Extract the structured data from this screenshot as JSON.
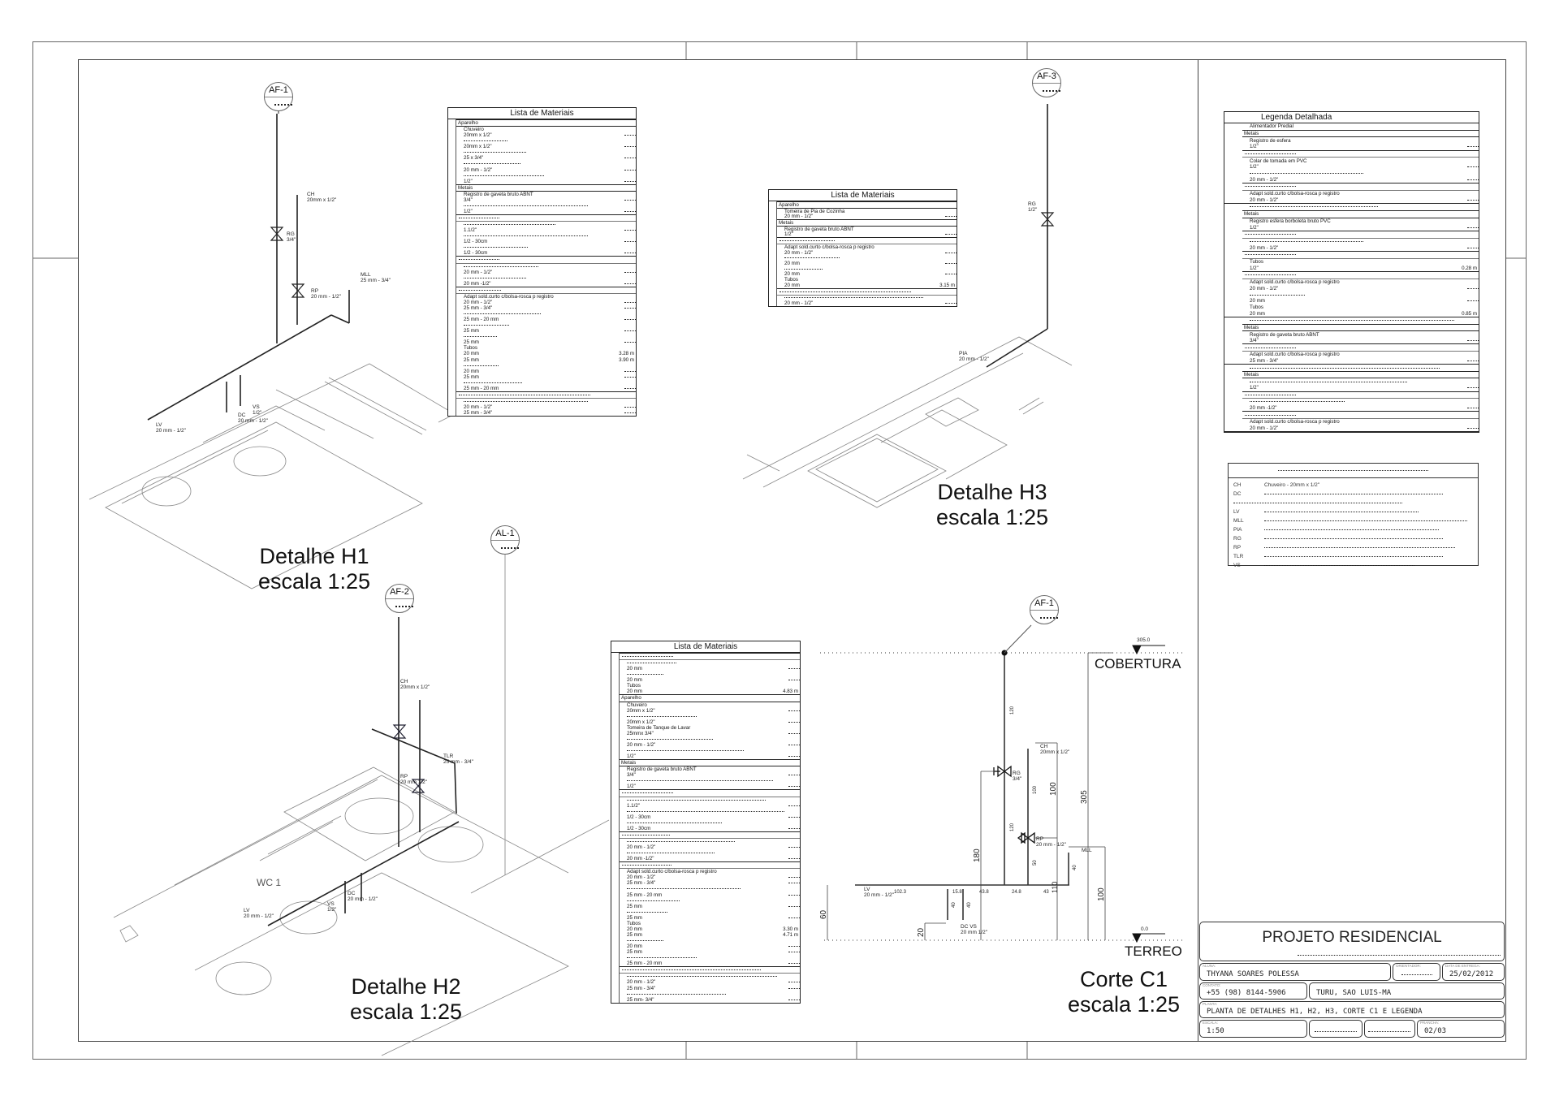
{
  "detail_titles": {
    "h1": {
      "name": "Detalhe H1",
      "scale": "escala 1:25"
    },
    "h2": {
      "name": "Detalhe H2",
      "scale": "escala 1:25"
    },
    "h3": {
      "name": "Detalhe H3",
      "scale": "escala 1:25"
    },
    "c1": {
      "name": "Corte C1",
      "scale": "escala 1:25"
    }
  },
  "bubbles": {
    "af1": "AF-1",
    "af2": "AF-2",
    "af3": "AF-3",
    "al1": "AL-1",
    "af1_corte": "AF-1"
  },
  "h1_labels": {
    "ch": "CH",
    "ch_size": "20mm x 1/2\"",
    "rg": "RG",
    "rg_size": "3/4\"",
    "rp": "RP",
    "rp_size": "20 mm - 1/2\"",
    "mll": "MLL",
    "mll_size": "25 mm - 3/4\"",
    "vs": "VS",
    "vs_size": "1/2\"",
    "dc": "DC",
    "dc_size": "20 mm - 1/2\"",
    "lv": "LV",
    "lv_size": "20 mm - 1/2\""
  },
  "h2_labels": {
    "ch": "CH",
    "ch_size": "20mm x 1/2\"",
    "tlr": "TLR",
    "tlr_size": "25 mm - 3/4\"",
    "rp": "RP",
    "rp_size": "20 mm 1/2\"",
    "dc": "DC",
    "dc_size": "20 mm - 1/2\"",
    "vs": "VS",
    "vs_size": "1/2\"",
    "lv": "LV",
    "lv_size": "20 mm - 1/2\"",
    "room": "WC 1"
  },
  "h3_labels": {
    "rg": "RG",
    "rg_size": "1/2\"",
    "pia": "PIA",
    "pia_size": "20 mm - 1/2\""
  },
  "corte": {
    "level_top": "COBERTURA",
    "level_top_value": "305.0",
    "level_bottom": "TERREO",
    "level_bottom_value": "0.0",
    "labels": {
      "lv": "LV",
      "lv_size": "20 mm - 1/2\"",
      "ch": "CH",
      "ch_size": "20mm x 1/2\"",
      "rg": "RG",
      "rg_size": "3/4\"",
      "rp": "RP",
      "rp_size": "20 mm - 1/2\"",
      "mll": "MLL",
      "dc_vs": "DC   VS",
      "dc_vs_size": "20 mm 1/2\""
    },
    "dims": {
      "d120a": "120",
      "d120b": "120",
      "d100a": "100",
      "d100b": "100",
      "d305": "305",
      "d180": "180",
      "d60": "60",
      "d20": "20",
      "d100c": "100",
      "d40a": "40",
      "d50": "50",
      "d40b": "40",
      "d40c": "40",
      "h102": "102.3",
      "h15": "15.8",
      "h43": "43.8",
      "h24": "24.8",
      "h43b": "43",
      "d110": "110"
    }
  },
  "lists": {
    "title": "Lista de Materiais",
    "h1": [
      {
        "k": "h",
        "t": "Aparelho"
      },
      {
        "k": "i",
        "t": "Chuveiro"
      },
      {
        "k": "i",
        "t": "20mm x 1/2\"",
        "qd": true
      },
      {
        "k": "d",
        "w": 60
      },
      {
        "k": "i",
        "t": "20mm x 1/2\"",
        "qd": true
      },
      {
        "k": "d",
        "w": 85
      },
      {
        "k": "i",
        "t": "25 x 3/4\"",
        "qd": true
      },
      {
        "k": "d",
        "w": 78
      },
      {
        "k": "i",
        "t": "20 mm - 1/2\"",
        "qd": true
      },
      {
        "k": "d",
        "w": 110
      },
      {
        "k": "i",
        "t": "1/2\"",
        "qd": true
      },
      {
        "k": "h",
        "t": "Metais"
      },
      {
        "k": "i",
        "t": "Registro de gaveta bruto ABNT"
      },
      {
        "k": "i",
        "t": "3/4\"",
        "qd": true
      },
      {
        "k": "d",
        "w": 170
      },
      {
        "k": "i",
        "t": "1/2\"",
        "qd": true
      },
      {
        "k": "s",
        "w": 55
      },
      {
        "k": "d",
        "w": 125
      },
      {
        "k": "i",
        "t": "1.1/2\"",
        "qd": true
      },
      {
        "k": "d",
        "w": 170
      },
      {
        "k": "i",
        "t": "1/2 - 30cm",
        "qd": true
      },
      {
        "k": "d",
        "w": 88
      },
      {
        "k": "i",
        "t": "1/2 - 30cm",
        "qd": true
      },
      {
        "k": "s",
        "w": 55
      },
      {
        "k": "d",
        "w": 102
      },
      {
        "k": "i",
        "t": "20 mm - 1/2\"",
        "qd": true
      },
      {
        "k": "d",
        "w": 85
      },
      {
        "k": "i",
        "t": "20 mm -1/2\"",
        "qd": true
      },
      {
        "k": "s",
        "w": 58
      },
      {
        "k": "i",
        "t": "Adapt sold.curto c/bolsa-rosca p registro"
      },
      {
        "k": "i",
        "t": "20 mm - 1/2\"",
        "qd": true
      },
      {
        "k": "i",
        "t": "25 mm - 3/4\"",
        "qd": true
      },
      {
        "k": "d",
        "w": 105
      },
      {
        "k": "i",
        "t": "25 mm - 20 mm",
        "qd": true
      },
      {
        "k": "d",
        "w": 62
      },
      {
        "k": "i",
        "t": "25 mm",
        "qd": true
      },
      {
        "k": "d",
        "w": 45
      },
      {
        "k": "i",
        "t": "25 mm",
        "qd": true
      },
      {
        "k": "i",
        "t": "Tubos"
      },
      {
        "k": "i",
        "t": "20 mm",
        "q": "3.28 m"
      },
      {
        "k": "i",
        "t": "25 mm",
        "q": "3.90 m"
      },
      {
        "k": "d",
        "w": 48
      },
      {
        "k": "i",
        "t": "20 mm",
        "qd": true
      },
      {
        "k": "i",
        "t": "25 mm",
        "qd": true
      },
      {
        "k": "d",
        "w": 80
      },
      {
        "k": "i",
        "t": "25 mm - 20 mm",
        "qd": true
      },
      {
        "k": "s",
        "w": 180
      },
      {
        "k": "d",
        "w": 170
      },
      {
        "k": "i",
        "t": "20 mm - 1/2\"",
        "qd": true
      },
      {
        "k": "i",
        "t": "25 mm - 3/4\"",
        "qd": true
      }
    ],
    "h3": [
      {
        "k": "h",
        "t": "Aparelho"
      },
      {
        "k": "i",
        "t": "Tomeira de Pia de Cozinha"
      },
      {
        "k": "i",
        "t": "20 mm - 1/2\"",
        "qd": true
      },
      {
        "k": "h",
        "t": "Metais"
      },
      {
        "k": "i",
        "t": "Registro de gaveta bruto ABNT"
      },
      {
        "k": "i",
        "t": "1/2\"",
        "qd": true
      },
      {
        "k": "s",
        "w": 75
      },
      {
        "k": "i",
        "t": "Adapt sold.curto c/bolsa-rosca p registro"
      },
      {
        "k": "i",
        "t": "20 mm - 1/2\"",
        "qd": true
      },
      {
        "k": "d",
        "w": 75
      },
      {
        "k": "i",
        "t": "20 mm",
        "qd": true
      },
      {
        "k": "d",
        "w": 52
      },
      {
        "k": "i",
        "t": "20 mm",
        "qd": true
      },
      {
        "k": "i",
        "t": "Tubos"
      },
      {
        "k": "i",
        "t": "20 mm",
        "q": "3.15 m"
      },
      {
        "k": "s",
        "w": 180
      },
      {
        "k": "d",
        "w": 190
      },
      {
        "k": "i",
        "t": "20 mm - 1/2\"",
        "qd": true
      }
    ],
    "h2": [
      {
        "k": "s",
        "w": 70
      },
      {
        "k": "d",
        "w": 68
      },
      {
        "k": "i",
        "t": "20 mm",
        "qd": true
      },
      {
        "k": "d",
        "w": 50
      },
      {
        "k": "i",
        "t": "20 mm",
        "qd": true
      },
      {
        "k": "i",
        "t": "Tubos"
      },
      {
        "k": "i",
        "t": "20 mm",
        "q": "4.83 m"
      },
      {
        "k": "h",
        "t": "Aparelho"
      },
      {
        "k": "i",
        "t": "Chuveiro"
      },
      {
        "k": "i",
        "t": "20mm x 1/2\"",
        "qd": true
      },
      {
        "k": "d",
        "w": 95
      },
      {
        "k": "i",
        "t": "20mm x 1/2\"",
        "qd": true
      },
      {
        "k": "i",
        "t": "Tomeira de Tanque de Lavar"
      },
      {
        "k": "i",
        "t": "25mmx 3/4\"",
        "qd": true
      },
      {
        "k": "d",
        "w": 118
      },
      {
        "k": "i",
        "t": "20 mm - 1/2\"",
        "qd": true
      },
      {
        "k": "d",
        "w": 160
      },
      {
        "k": "i",
        "t": "1/2\"",
        "qd": true
      },
      {
        "k": "h",
        "t": "Metais"
      },
      {
        "k": "i",
        "t": "Registro de gaveta bruto ABNT"
      },
      {
        "k": "i",
        "t": "3/4\"",
        "qd": true
      },
      {
        "k": "d",
        "w": 200
      },
      {
        "k": "i",
        "t": "1/2\"",
        "qd": true
      },
      {
        "k": "s",
        "w": 70
      },
      {
        "k": "d",
        "w": 190
      },
      {
        "k": "i",
        "t": "1.1/2\"",
        "qd": true
      },
      {
        "k": "d",
        "w": 215
      },
      {
        "k": "i",
        "t": "1/2 - 30cm",
        "qd": true
      },
      {
        "k": "d",
        "w": 130
      },
      {
        "k": "i",
        "t": "1/2 - 30cm",
        "qd": true
      },
      {
        "k": "s",
        "w": 65
      },
      {
        "k": "d",
        "w": 148
      },
      {
        "k": "i",
        "t": "20 mm - 1/2\"",
        "qd": true
      },
      {
        "k": "d",
        "w": 120
      },
      {
        "k": "i",
        "t": "20 mm -1/2\"",
        "qd": true
      },
      {
        "k": "s",
        "w": 68
      },
      {
        "k": "i",
        "t": "Adapt sold.curto c/bolsa-rosca p registro"
      },
      {
        "k": "i",
        "t": "20 mm - 1/2\"",
        "qd": true
      },
      {
        "k": "i",
        "t": "25 mm - 3/4\"",
        "qd": true
      },
      {
        "k": "d",
        "w": 155
      },
      {
        "k": "i",
        "t": "25 mm - 20 mm",
        "qd": true
      },
      {
        "k": "d",
        "w": 72
      },
      {
        "k": "i",
        "t": "25 mm",
        "qd": true
      },
      {
        "k": "d",
        "w": 55
      },
      {
        "k": "i",
        "t": "25 mm",
        "qd": true
      },
      {
        "k": "i",
        "t": "Tubos"
      },
      {
        "k": "i",
        "t": "20 mm",
        "q": "3.30 m"
      },
      {
        "k": "i",
        "t": "25 mm",
        "q": "4.71 m"
      },
      {
        "k": "d",
        "w": 50
      },
      {
        "k": "i",
        "t": "20 mm",
        "qd": true
      },
      {
        "k": "i",
        "t": "25 mm",
        "qd": true
      },
      {
        "k": "d",
        "w": 95
      },
      {
        "k": "i",
        "t": "25 mm - 20 mm",
        "qd": true
      },
      {
        "k": "s",
        "w": 190
      },
      {
        "k": "d",
        "w": 205
      },
      {
        "k": "i",
        "t": "20 mm - 1/2\"",
        "qd": true
      },
      {
        "k": "i",
        "t": "25 mm - 3/4\"",
        "qd": true
      },
      {
        "k": "d",
        "w": 135
      },
      {
        "k": "i",
        "t": "25 mm- 3/4\"",
        "qd": true
      }
    ]
  },
  "legend": {
    "title": "Legenda Detalhada",
    "sections": [
      {
        "symbol": "arrow-feeder",
        "rows": [
          {
            "k": "i",
            "t": "Alimentador Predial"
          },
          {
            "k": "h",
            "t": "Metais"
          },
          {
            "k": "i",
            "t": "Registro de esfera"
          },
          {
            "k": "i",
            "t": "1/2\"",
            "qd": true
          },
          {
            "k": "s",
            "w": 70
          },
          {
            "k": "i",
            "t": "Colar de tomada em PVC"
          },
          {
            "k": "i",
            "t": "1/2\"",
            "qd": true
          },
          {
            "k": "d",
            "w": 155
          },
          {
            "k": "i",
            "t": "20 mm - 1/2\"",
            "qd": true
          },
          {
            "k": "s",
            "w": 70
          },
          {
            "k": "i",
            "t": "Adapt sold.curto c/bolsa-rosca p registro"
          },
          {
            "k": "i",
            "t": "20 mm - 1/2\"",
            "qd": true
          }
        ]
      },
      {
        "symbol": "butterfly-valve",
        "rows": [
          {
            "k": "d",
            "w": 175
          },
          {
            "k": "h",
            "t": "Metais"
          },
          {
            "k": "i",
            "t": "Registro esfera borboleta bruto PVC"
          },
          {
            "k": "i",
            "t": "1/2\"",
            "qd": true
          },
          {
            "k": "s",
            "w": 70
          },
          {
            "k": "d",
            "w": 155
          },
          {
            "k": "i",
            "t": "20 mm - 1/2\"",
            "qd": true
          },
          {
            "k": "s",
            "w": 70
          },
          {
            "k": "i",
            "t": "Tubos"
          },
          {
            "k": "i",
            "t": "1/2\"",
            "q": "0.28 m"
          },
          {
            "k": "s",
            "w": 70
          },
          {
            "k": "i",
            "t": "Adapt sold.curto c/bolsa-rosca p registro"
          },
          {
            "k": "i",
            "t": "20 mm - 1/2\"",
            "qd": true
          },
          {
            "k": "d",
            "w": 75
          },
          {
            "k": "i",
            "t": "20 mm",
            "qd": true
          },
          {
            "k": "i",
            "t": "Tubos"
          },
          {
            "k": "i",
            "t": "20 mm",
            "q": "0.85 m"
          }
        ]
      },
      {
        "symbol": "gate-valve",
        "rows": [
          {
            "k": "d",
            "w": 280
          },
          {
            "k": "h",
            "t": "Metais"
          },
          {
            "k": "i",
            "t": "Registro de gaveta bruto ABNT"
          },
          {
            "k": "i",
            "t": "3/4\"",
            "qd": true
          },
          {
            "k": "s",
            "w": 70
          },
          {
            "k": "i",
            "t": "Adapt sold.curto c/bolsa-rosca p registro"
          },
          {
            "k": "i",
            "t": "25 mm - 3/4\"",
            "qd": true
          }
        ]
      },
      {
        "symbol": "pressure-valve",
        "rows": [
          {
            "k": "d",
            "w": 260
          },
          {
            "k": "h",
            "t": "Metais"
          },
          {
            "k": "d",
            "w": 215
          },
          {
            "k": "i",
            "t": "1/2\"",
            "qd": true
          },
          {
            "k": "s",
            "w": 70
          },
          {
            "k": "d",
            "w": 130
          },
          {
            "k": "i",
            "t": "20 mm -1/2\"",
            "qd": true
          },
          {
            "k": "s",
            "w": 70
          },
          {
            "k": "i",
            "t": "Adapt sold.curto c/bolsa-rosca p registro"
          },
          {
            "k": "i",
            "t": "20 mm - 1/2\"",
            "qd": true
          }
        ]
      }
    ]
  },
  "abbreviations": [
    {
      "code": "CH",
      "desc": "Chuveiro - 20mm x 1/2\""
    },
    {
      "code": "DC",
      "w": 220
    },
    {
      "code": "",
      "w": 170
    },
    {
      "code": "LV",
      "w": 190
    },
    {
      "code": "MLL",
      "w": 250
    },
    {
      "code": "PIA",
      "w": 215
    },
    {
      "code": "RG",
      "w": 220
    },
    {
      "code": "RP",
      "w": 235
    },
    {
      "code": "TLR",
      "w": 220
    },
    {
      "code": "VS",
      "w": 185
    }
  ],
  "title_block": {
    "project": "PROJETO RESIDENCIAL",
    "student_label": "ALUNA:",
    "student": "THYANA SOARES POLESSA",
    "advisor_label": "ORIENTADOR:",
    "date_label": "DATA DE ENTREGA:",
    "date": "25/02/2012",
    "contact_label": "CONTATO:",
    "contact": "+55 (98) 8144-5906",
    "address": "TURU, SAO LUIS-MA",
    "plan_label": "PLANTA:",
    "plan": "PLANTA DE DETALHES H1, H2, H3, CORTE C1 E LEGENDA",
    "scale_label": "ESCALA:",
    "scale": "1:50",
    "sheet_label": "PRANCHA:",
    "sheet": "02/03"
  }
}
